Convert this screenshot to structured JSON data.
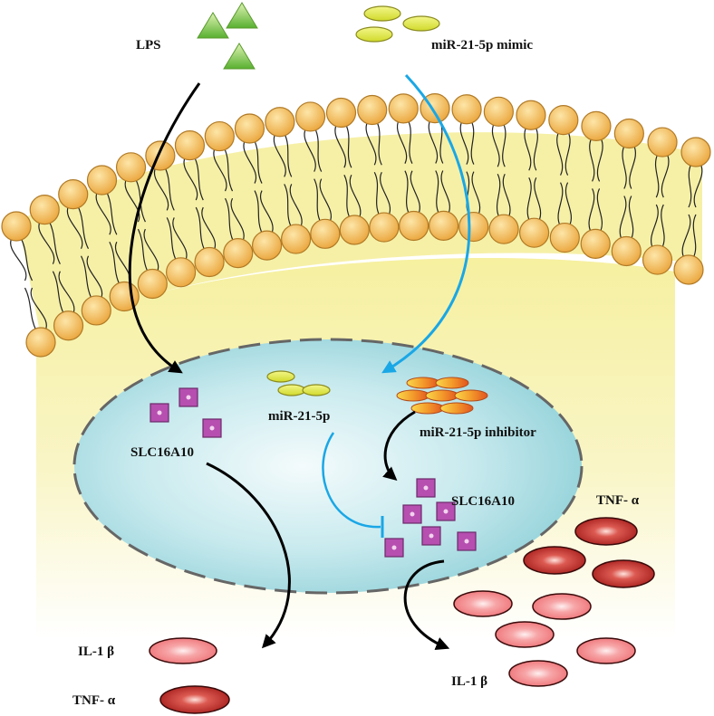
{
  "labels": {
    "lps": "LPS",
    "mimic": "miR-21-5p mimic",
    "mir_inside": "miR-21-5p",
    "inhibitor": "miR-21-5p inhibitor",
    "slc_left": "SLC16A10",
    "slc_right": "SLC16A10",
    "tnf_right": "TNF- α",
    "il1b_left": "IL-1 β",
    "tnf_left": "TNF- α",
    "il1b_right": "IL-1 β"
  },
  "colors": {
    "membrane_fill": "#f6f1a6",
    "lipid_head": "#f2b654",
    "nucleus": "#a8dde3",
    "lps_triangle": "#6cbf3f",
    "mimic_ellipse": "#e0ea3a",
    "inhibitor_ellipse": "#f29a2e",
    "slc_square": "#b64fb0",
    "tnf_ellipse": "#c9302c",
    "il1b_ellipse": "#f2888c",
    "blue_arrow": "#1aa7e6",
    "black_arrow": "#000000"
  }
}
